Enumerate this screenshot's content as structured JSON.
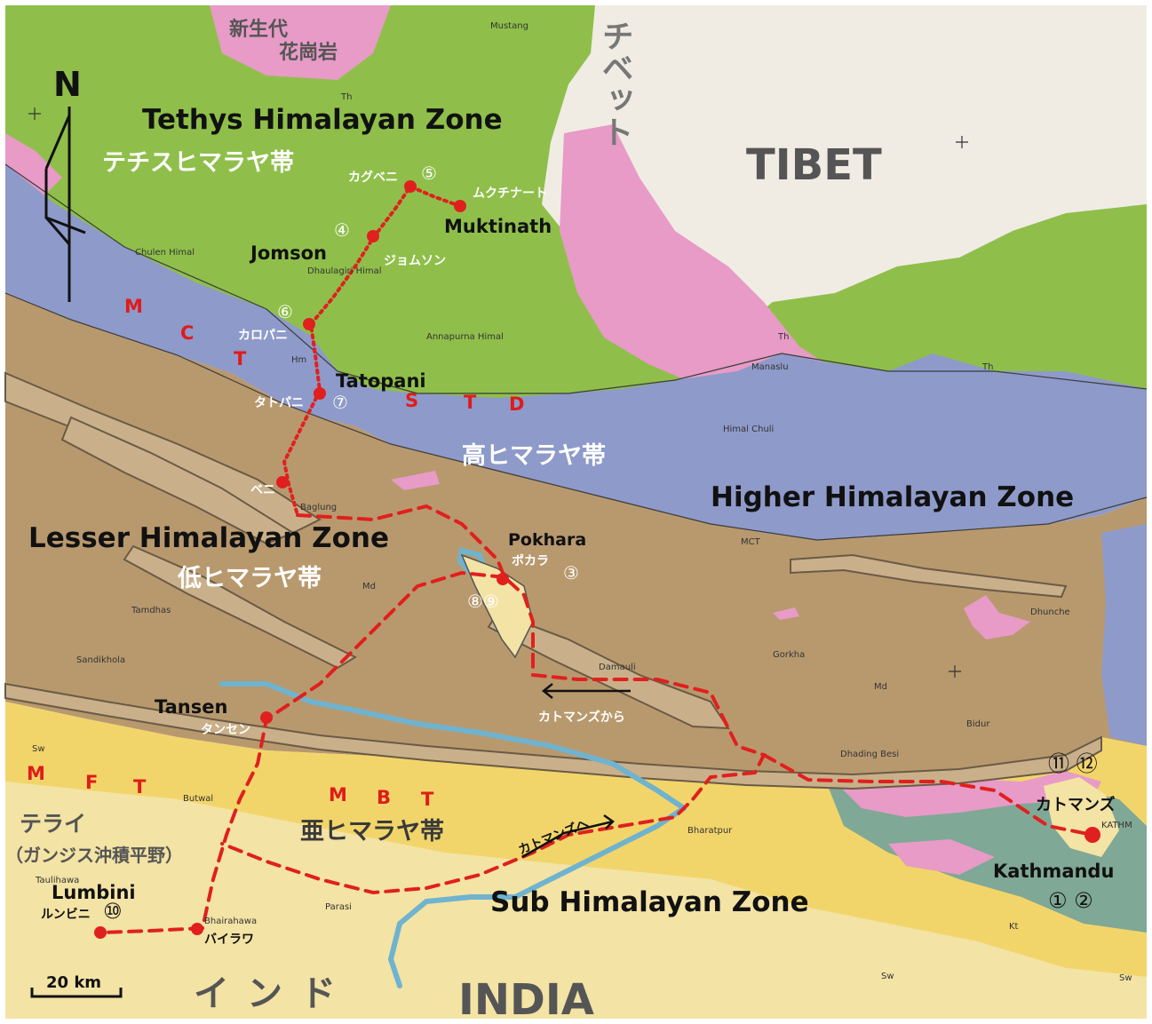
{
  "zones": {
    "tethys_en": "Tethys Himalayan Zone",
    "tethys_jp": "テチスヒマラヤ帯",
    "higher_en": "Higher Himalayan Zone",
    "higher_jp": "高ヒマラヤ帯",
    "lesser_en": "Lesser Himalayan Zone",
    "lesser_jp": "低ヒマラヤ帯",
    "sub_en": "Sub Himalayan Zone",
    "sub_jp": "亜ヒマラヤ帯"
  },
  "regions": {
    "tibet_en": "TIBET",
    "tibet_jp": "チベット",
    "india_en": "INDIA",
    "india_jp": "インド",
    "terai_jp": "テライ",
    "ganges_jp": "（ガンジス沖積平野）",
    "granite_line1": "新生代",
    "granite_line2": "花崗岩"
  },
  "north": "N",
  "scale": "20 km",
  "faults": {
    "mct": [
      "M",
      "C",
      "T"
    ],
    "stdc": [
      "S",
      "T",
      "D"
    ],
    "mbt": [
      "M",
      "B",
      "T"
    ],
    "mft": [
      "M",
      "F",
      "T"
    ]
  },
  "towns": {
    "kagbeni_jp": "カグベニ",
    "kagbeni_num": "⑤",
    "muktinath_en": "Muktinath",
    "muktinath_jp": "ムクチナート",
    "jomson_en": "Jomson",
    "jomson_jp": "ジョムソン",
    "jomson_num": "④",
    "kalopani_jp": "カロパニ",
    "kalopani_num": "⑥",
    "tatopani_en": "Tatopani",
    "tatopani_jp": "タトパニ",
    "tatopani_num": "⑦",
    "beni_jp": "ベニ",
    "pokhara_en": "Pokhara",
    "pokhara_jp": "ポカラ",
    "pokhara_num": "③",
    "pokhara_num2": "⑧⑨",
    "tansen_en": "Tansen",
    "tansen_jp": "タンセン",
    "lumbini_en": "Lumbini",
    "lumbini_jp": "ルンビニ",
    "lumbini_num": "⑩",
    "bhairawa_jp": "バイラワ",
    "kathmandu_en": "Kathmandu",
    "kathmandu_jp": "カトマンズ",
    "kathmandu_num_top": "⑪ ⑫",
    "kathmandu_num_bottom": "① ②"
  },
  "route_notes": {
    "from_kathmandu": "カトマンズから",
    "to_kathmandu": "カトマンズへ"
  },
  "small_labels": {
    "mustang": "Mustang",
    "chulen_himal": "Chulen Himal",
    "dhaulagiri": "Dhaulagiri Himal",
    "annapurna": "Annapurna Himal",
    "himal_chuli": "Himal Chuli",
    "manaslu": "Manaslu",
    "baglung": "Baglung",
    "tamdhas": "Tamdhas",
    "sandikhola": "Sandikhola",
    "gorkha": "Gorkha",
    "dhunche": "Dhunche",
    "bidur": "Bidur",
    "dhading_besi": "Dhading Besi",
    "bharatpur": "Bharatpur",
    "butwal": "Butwal",
    "parasi": "Parasi",
    "bhairahawa": "Bhairahawa",
    "taulihawa": "Taulihawa",
    "damauli": "Damauli",
    "mct_label": "MCT",
    "hm": "Hm",
    "md": "Md",
    "md2": "Md",
    "th1": "Th",
    "th2": "Th",
    "th3": "Th",
    "sw1": "Sw",
    "sw2": "Sw",
    "sw3": "Sw",
    "kt": "Kt",
    "kathm_small": "KATHM"
  },
  "colors": {
    "tethys": "#8fbf4a",
    "higher": "#8e9ac9",
    "lesser": "#b8996e",
    "sub": "#f2d56a",
    "terai": "#f3e3a4",
    "granite": "#e79bc6",
    "tibet": "#f0ece4",
    "river": "#6fb3cf",
    "kathmandu_basin": "#7fa896",
    "route": "#e0201e"
  }
}
